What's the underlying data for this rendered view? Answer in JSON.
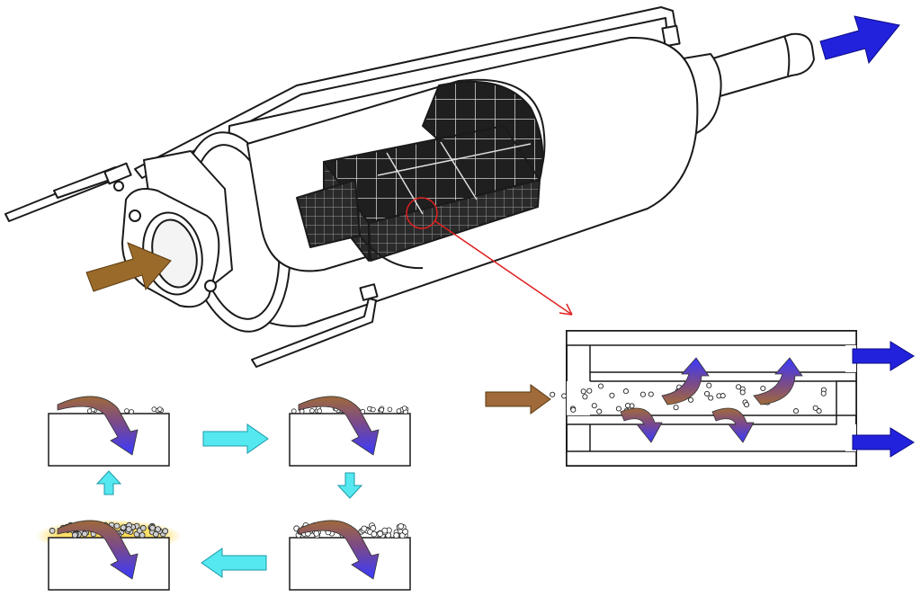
{
  "diagram": {
    "background": "#ffffff",
    "colors": {
      "outline": "#1a1a1a",
      "housing_fill": "#ffffff",
      "mesh_fill": "#2a2a2a",
      "inlet_arrow": "#9a6a2a",
      "outlet_arrow": "#2222dd",
      "zoom_indicator": "#e02020",
      "cycle_arrow": "#55e8f0",
      "flow_arrow_top": "#a06a3a",
      "flow_arrow_bottom": "#3a3aff",
      "soot_particle": "#ffffff",
      "regeneration_glow": "#ffd84a"
    },
    "icons": [
      "inlet-arrow-icon",
      "outlet-arrow-icon",
      "cycle-arrow-icon",
      "curved-flow-arrow-icon"
    ],
    "parts": [
      "particulate-filter-housing",
      "cutaway-honeycomb-core",
      "sensor-pipes",
      "zoom-callout",
      "channel-cross-section",
      "soot-accumulation-cycle"
    ],
    "cycle_stages": [
      {
        "id": "stage-clean",
        "soot_level": 0.15,
        "glow": false
      },
      {
        "id": "stage-loading",
        "soot_level": 0.45,
        "glow": false
      },
      {
        "id": "stage-full",
        "soot_level": 0.9,
        "glow": false
      },
      {
        "id": "stage-regeneration",
        "soot_level": 0.9,
        "glow": true
      }
    ]
  }
}
